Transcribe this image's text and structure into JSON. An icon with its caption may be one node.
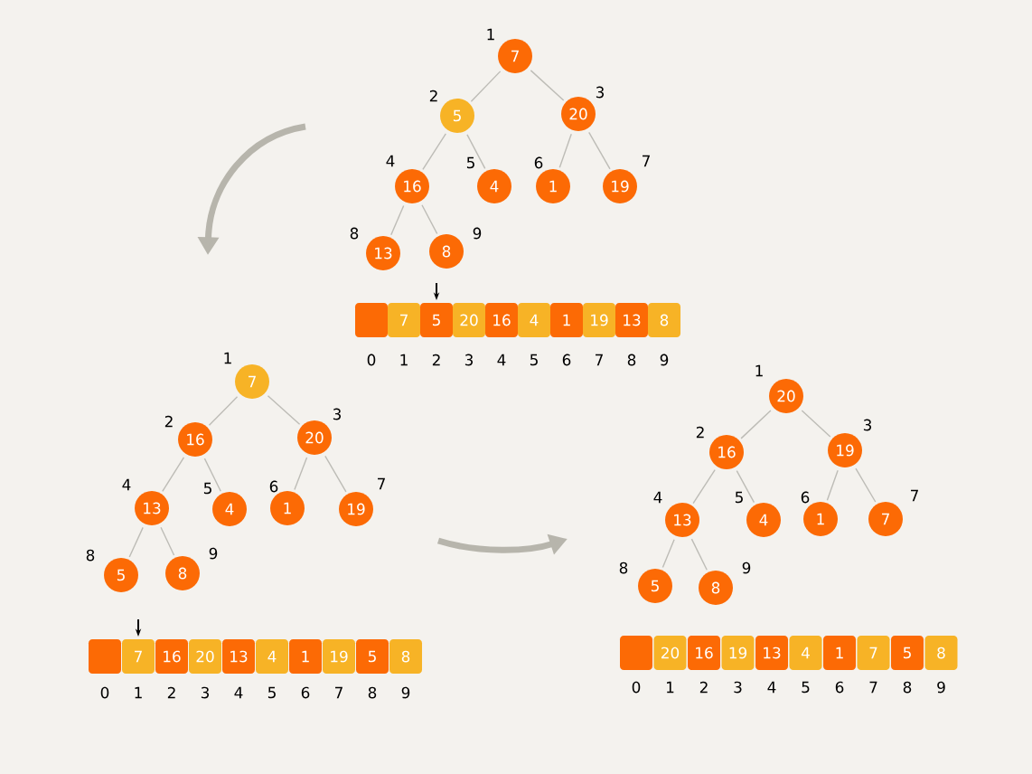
{
  "diagram": {
    "nodes": [
      {
        "text": [
          "7"
        ],
        "beside": [
          "1"
        ]
      },
      {
        "text": [
          "5"
        ],
        "beside": [
          "2"
        ]
      },
      {
        "text": [
          "20"
        ],
        "beside": [
          "3"
        ]
      },
      {
        "text": [
          "16"
        ],
        "beside": [
          "4"
        ]
      },
      {
        "text": [
          "4"
        ],
        "beside": [
          "5"
        ]
      },
      {
        "text": [
          "1"
        ],
        "beside": [
          "6"
        ]
      },
      {
        "text": [
          "19"
        ],
        "beside": [
          "7"
        ]
      },
      {
        "text": [
          "13"
        ],
        "beside": [
          "8"
        ]
      },
      {
        "text": [
          "8"
        ],
        "beside": [
          "9"
        ]
      },
      {
        "text": [],
        "shape": "box",
        "beside": [
          "0"
        ]
      },
      {
        "text": [
          "7"
        ],
        "beside": [
          "1"
        ]
      },
      {
        "text": [
          "5"
        ],
        "beside": [
          "2"
        ]
      },
      {
        "text": [
          "20"
        ],
        "beside": [
          "3"
        ]
      },
      {
        "text": [
          "16"
        ],
        "beside": [
          "4"
        ]
      },
      {
        "text": [
          "4"
        ],
        "beside": [
          "5"
        ]
      },
      {
        "text": [
          "1"
        ],
        "beside": [
          "6"
        ]
      },
      {
        "text": [
          "19"
        ],
        "beside": [
          "7"
        ]
      },
      {
        "text": [
          "13"
        ],
        "beside": [
          "8"
        ]
      },
      {
        "text": [
          "8"
        ],
        "beside": [
          "9"
        ]
      },
      {
        "text": [
          "7"
        ],
        "beside": [
          "1"
        ]
      },
      {
        "text": [
          "16"
        ],
        "beside": [
          "2"
        ]
      },
      {
        "text": [
          "20"
        ],
        "beside": [
          "3"
        ]
      },
      {
        "text": [
          "13"
        ],
        "beside": [
          "4"
        ]
      },
      {
        "text": [
          "4"
        ],
        "beside": [
          "5"
        ]
      },
      {
        "text": [
          "1"
        ],
        "beside": [
          "6"
        ]
      },
      {
        "text": [
          "19"
        ],
        "beside": [
          "7"
        ]
      },
      {
        "text": [
          "5"
        ],
        "beside": [
          "8"
        ]
      },
      {
        "text": [
          "8"
        ],
        "beside": [
          "9"
        ]
      },
      {
        "text": [],
        "shape": "box",
        "beside": [
          "0"
        ]
      },
      {
        "text": [
          "7"
        ],
        "beside": [
          "1"
        ]
      },
      {
        "text": [
          "16"
        ],
        "beside": [
          "2"
        ]
      },
      {
        "text": [
          "20"
        ],
        "beside": [
          "3"
        ]
      },
      {
        "text": [
          "13"
        ],
        "beside": [
          "4"
        ]
      },
      {
        "text": [
          "4"
        ],
        "beside": [
          "5"
        ]
      },
      {
        "text": [
          "1"
        ],
        "beside": [
          "6"
        ]
      },
      {
        "text": [
          "19"
        ],
        "beside": [
          "7"
        ]
      },
      {
        "text": [
          "5"
        ],
        "beside": [
          "8"
        ]
      },
      {
        "text": [
          "8"
        ],
        "beside": [
          "9"
        ]
      },
      {
        "text": [
          "20"
        ],
        "beside": [
          "1"
        ]
      },
      {
        "text": [
          "16"
        ],
        "beside": [
          "2"
        ]
      },
      {
        "text": [
          "19"
        ],
        "beside": [
          "3"
        ]
      },
      {
        "text": [
          "13"
        ],
        "beside": [
          "4"
        ]
      },
      {
        "text": [
          "4"
        ],
        "beside": [
          "5"
        ]
      },
      {
        "text": [
          "1"
        ],
        "beside": [
          "6"
        ]
      },
      {
        "text": [
          "7"
        ],
        "beside": [
          "7"
        ]
      },
      {
        "text": [
          "5"
        ],
        "beside": [
          "8"
        ]
      },
      {
        "text": [
          "8"
        ],
        "beside": [
          "9"
        ]
      },
      {
        "text": [],
        "shape": "box",
        "beside": [
          "0"
        ]
      },
      {
        "text": [
          "20"
        ],
        "beside": [
          "1"
        ]
      },
      {
        "text": [
          "16"
        ],
        "beside": [
          "2"
        ]
      },
      {
        "text": [
          "19"
        ],
        "beside": [
          "3"
        ]
      },
      {
        "text": [
          "13"
        ],
        "beside": [
          "4"
        ]
      },
      {
        "text": [
          "4"
        ],
        "beside": [
          "5"
        ]
      },
      {
        "text": [
          "1"
        ],
        "beside": [
          "6"
        ]
      },
      {
        "text": [
          "7"
        ],
        "beside": [
          "7"
        ]
      },
      {
        "text": [
          "5"
        ],
        "beside": [
          "8"
        ]
      },
      {
        "text": [
          "8"
        ],
        "beside": [
          "9"
        ]
      }
    ],
    "edges": [
      {
        "from": 0,
        "to": 1,
        "arrow": "none"
      },
      {
        "from": 0,
        "to": 2,
        "arrow": "none"
      },
      {
        "from": 1,
        "to": 3,
        "arrow": "none"
      },
      {
        "from": 1,
        "to": 4,
        "arrow": "none"
      },
      {
        "from": 2,
        "to": 5,
        "arrow": "none"
      },
      {
        "from": 2,
        "to": 6,
        "arrow": "none"
      },
      {
        "from": 3,
        "to": 7,
        "arrow": "none"
      },
      {
        "from": 3,
        "to": 8,
        "arrow": "none"
      },
      {
        "from": null,
        "to": 11,
        "arrow": "to",
        "color": "#000000"
      },
      {
        "from": 19,
        "to": 20,
        "arrow": "none"
      },
      {
        "from": 19,
        "to": 21,
        "arrow": "none"
      },
      {
        "from": 20,
        "to": 22,
        "arrow": "none"
      },
      {
        "from": 20,
        "to": 23,
        "arrow": "none"
      },
      {
        "from": 21,
        "to": 24,
        "arrow": "none"
      },
      {
        "from": 21,
        "to": 25,
        "arrow": "none"
      },
      {
        "from": 22,
        "to": 26,
        "arrow": "none"
      },
      {
        "from": 22,
        "to": 27,
        "arrow": "none"
      },
      {
        "from": null,
        "to": 29,
        "arrow": "to",
        "color": "#000000"
      },
      {
        "from": 38,
        "to": 39,
        "arrow": "none"
      },
      {
        "from": 38,
        "to": 40,
        "arrow": "none"
      },
      {
        "from": 39,
        "to": 41,
        "arrow": "none"
      },
      {
        "from": 39,
        "to": 42,
        "arrow": "none"
      },
      {
        "from": 40,
        "to": 43,
        "arrow": "none"
      },
      {
        "from": 40,
        "to": 44,
        "arrow": "none"
      },
      {
        "from": 41,
        "to": 45,
        "arrow": "none"
      },
      {
        "from": 41,
        "to": 46,
        "arrow": "none"
      }
    ]
  }
}
